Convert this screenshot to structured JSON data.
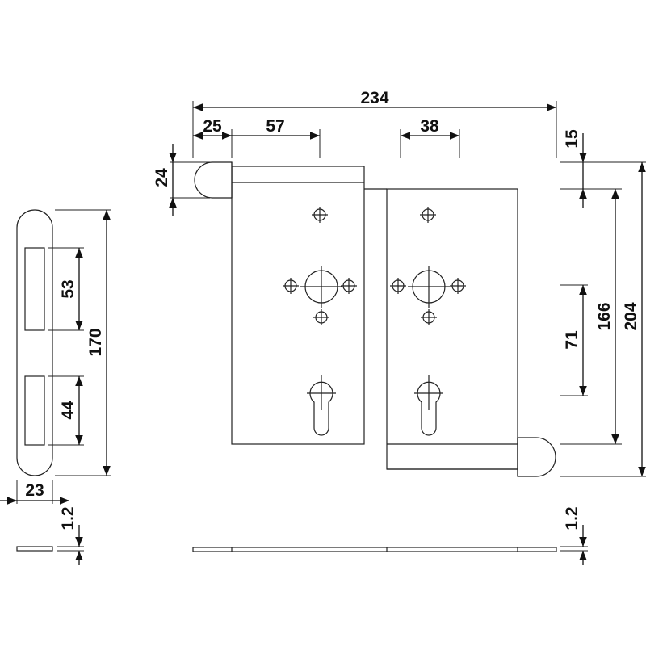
{
  "dimensions": {
    "overall_width": "234",
    "knuckle_offset": "25",
    "spindle_offset": "57",
    "right_spindle_offset": "38",
    "knuckle_height": "24",
    "top_offset": "15",
    "total_height": "204",
    "plate_height": "166",
    "spindle_to_cylinder": "71",
    "strike_height": "170",
    "strike_upper_opening": "53",
    "strike_lower_opening": "44",
    "strike_width": "23",
    "strike_thickness": "1.2",
    "plate_thickness": "1.2"
  }
}
